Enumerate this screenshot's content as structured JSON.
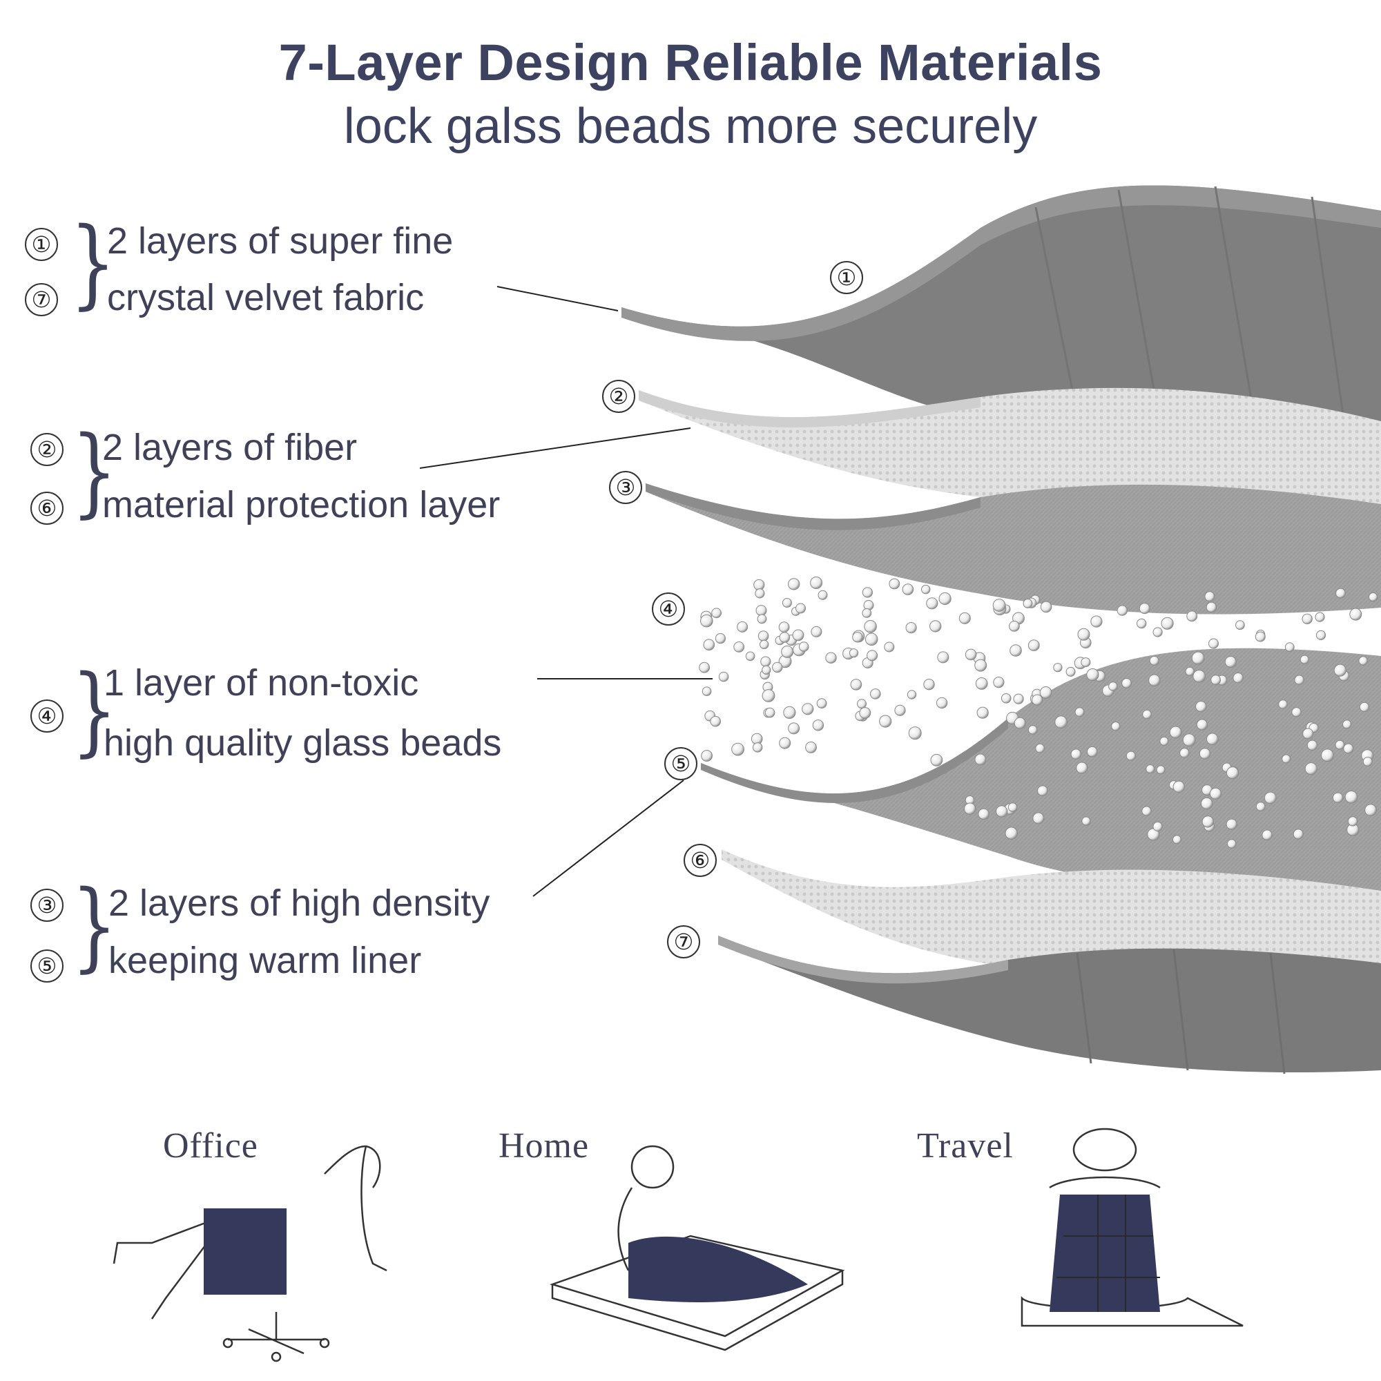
{
  "header": {
    "title": "7-Layer Design Reliable Materials",
    "subtitle": "lock galss beads more securely"
  },
  "legend": [
    {
      "numbers": [
        "①",
        "⑦"
      ],
      "line1": "2 layers of super fine",
      "line2": "crystal velvet fabric"
    },
    {
      "numbers": [
        "②",
        "⑥"
      ],
      "line1": "2 layers of fiber",
      "line2": "material protection layer"
    },
    {
      "numbers": [
        "④"
      ],
      "line1": "1 layer of non-toxic",
      "line2": "high quality glass beads"
    },
    {
      "numbers": [
        "③",
        "⑤"
      ],
      "line1": "2 layers of high density",
      "line2": "keeping warm liner"
    }
  ],
  "layer_markers": [
    "①",
    "②",
    "③",
    "④",
    "⑤",
    "⑥",
    "⑦"
  ],
  "scenes": [
    "Office",
    "Home",
    "Travel"
  ],
  "colors": {
    "heading": "#3d4260",
    "velvet": "#7a7a7a",
    "fiber": "#d6d6d6",
    "liner": "#9a9a9a",
    "blanket": "#353a5c"
  }
}
